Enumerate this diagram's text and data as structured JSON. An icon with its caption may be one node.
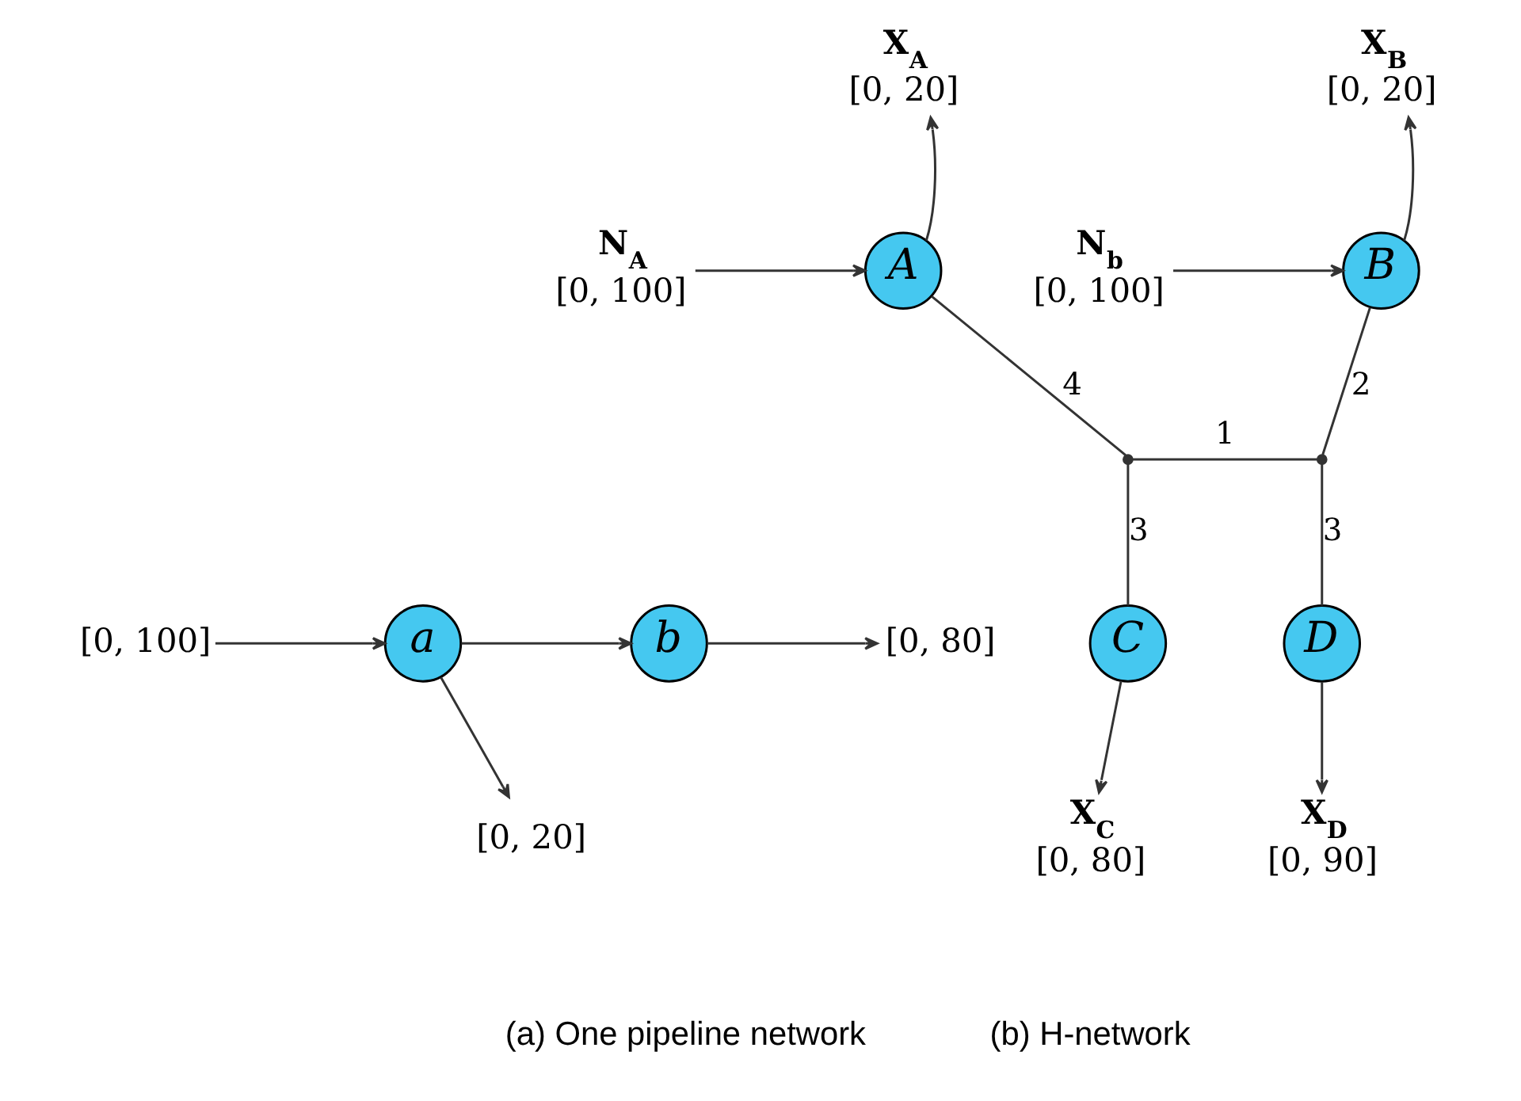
{
  "diagram": {
    "nodes": [
      {
        "text": [
          "[0, 100]"
        ]
      },
      {
        "text": [
          "a"
        ]
      },
      {
        "text": [
          "b"
        ]
      },
      {
        "text": [
          "[0, 80]"
        ]
      },
      {
        "text": [
          "[0, 20]"
        ]
      },
      {
        "text": [
          "X$_{A}$",
          "[0, 20]"
        ]
      },
      {
        "text": [
          "N$_{A}$",
          "[0, 100]"
        ]
      },
      {
        "text": [
          "A"
        ]
      },
      {
        "text": [
          "B"
        ]
      },
      {
        "text": [
          "X$_{B}$",
          "[0, 20]"
        ]
      },
      {
        "text": [
          "N$_{b}$",
          "[0, 100]"
        ]
      },
      {
        "text": [],
        "shape": "point"
      },
      {
        "text": [],
        "shape": "point"
      },
      {
        "text": [
          "C"
        ]
      },
      {
        "text": [
          "D"
        ]
      },
      {
        "text": [
          "X$_{C}$",
          "[0, 80]"
        ]
      },
      {
        "text": [
          "X$_{D}$",
          "[0, 90]"
        ]
      }
    ],
    "edges": [
      {
        "from": 0,
        "to": 1,
        "arrow": "to"
      },
      {
        "from": 1,
        "to": 2,
        "arrow": "to"
      },
      {
        "from": 2,
        "to": 3,
        "arrow": "to"
      },
      {
        "from": 1,
        "to": 4,
        "arrow": "to"
      },
      {
        "from": 7,
        "to": 5,
        "arrow": "to"
      },
      {
        "from": 6,
        "to": 7,
        "arrow": "to"
      },
      {
        "from": 8,
        "to": 9,
        "arrow": "to"
      },
      {
        "from": 10,
        "to": 8,
        "arrow": "to"
      },
      {
        "from": 7,
        "to": 11,
        "arrow": "none",
        "label": "4"
      },
      {
        "from": 8,
        "to": 12,
        "arrow": "none",
        "label": "2"
      },
      {
        "from": 11,
        "to": 12,
        "arrow": "none",
        "label": "1"
      },
      {
        "from": 11,
        "to": 13,
        "arrow": "none",
        "label": "3"
      },
      {
        "from": 12,
        "to": 14,
        "arrow": "none",
        "label": "3"
      },
      {
        "from": 13,
        "to": 15,
        "arrow": "to"
      },
      {
        "from": 14,
        "to": 16,
        "arrow": "to"
      }
    ],
    "labels": [
      "(a) One pipeline network",
      "(b) H-network"
    ]
  }
}
